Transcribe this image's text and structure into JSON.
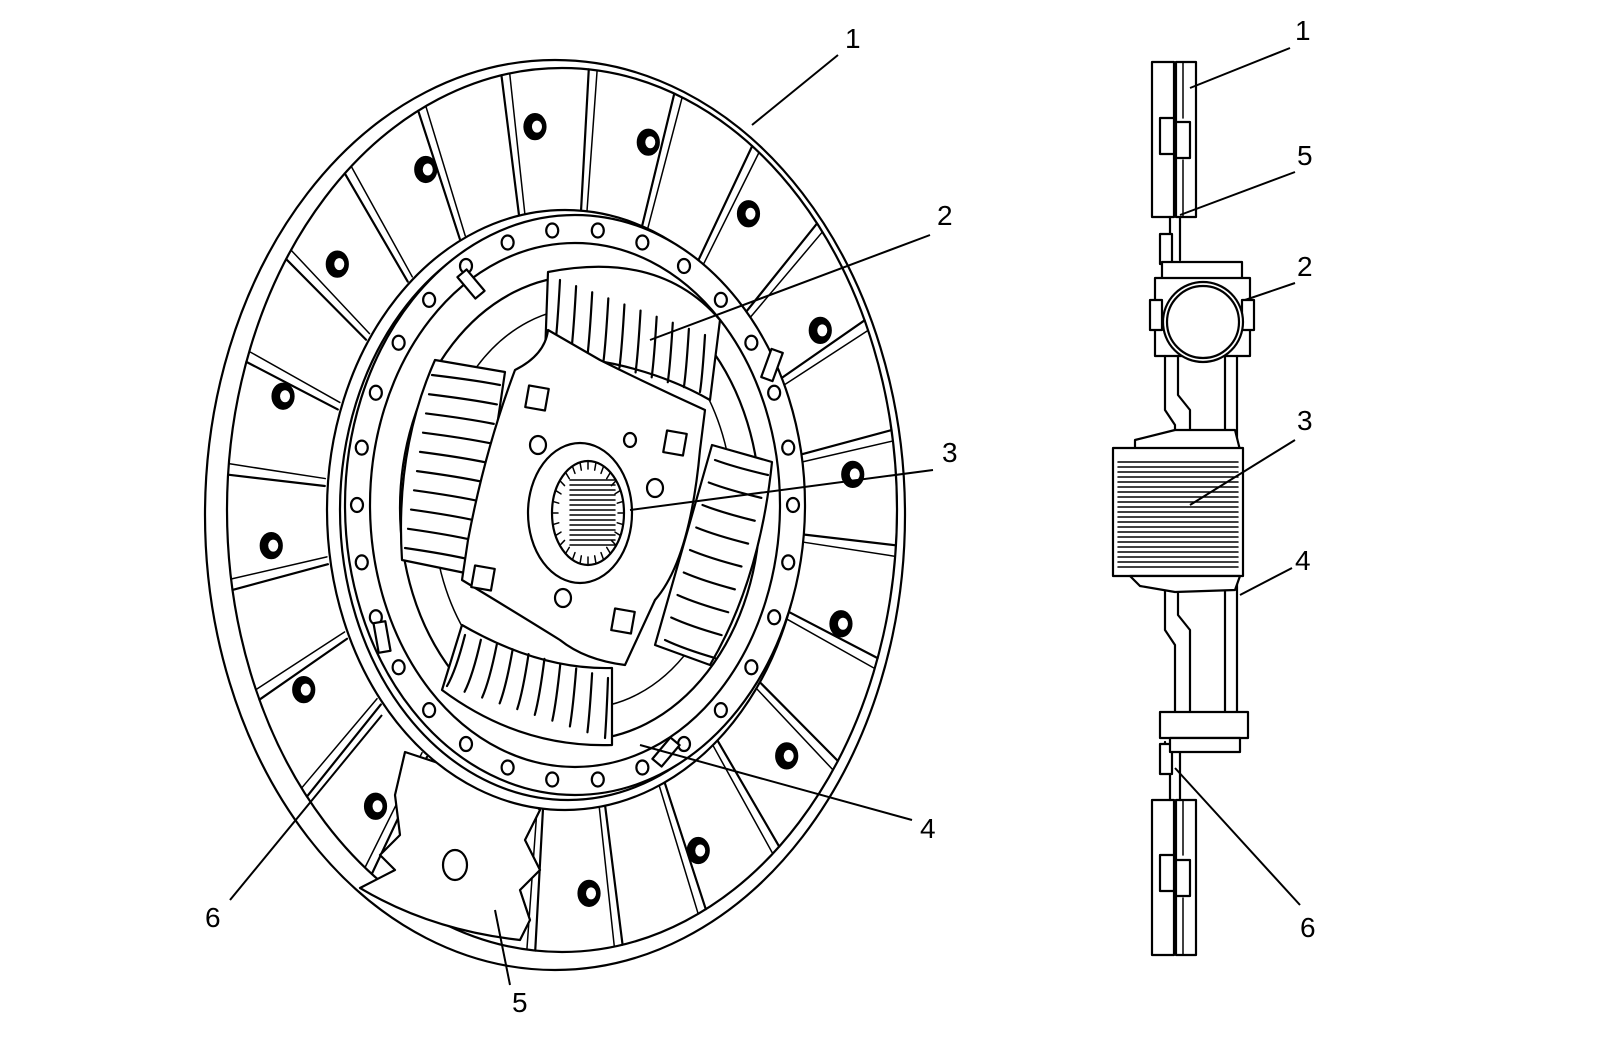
{
  "front_view": {
    "callouts": [
      {
        "id": "1",
        "label": "1"
      },
      {
        "id": "2",
        "label": "2"
      },
      {
        "id": "3",
        "label": "3"
      },
      {
        "id": "4",
        "label": "4"
      },
      {
        "id": "5",
        "label": "5"
      },
      {
        "id": "6",
        "label": "6"
      }
    ]
  },
  "side_view": {
    "callouts": [
      {
        "id": "1",
        "label": "1"
      },
      {
        "id": "5",
        "label": "5"
      },
      {
        "id": "2",
        "label": "2"
      },
      {
        "id": "3",
        "label": "3"
      },
      {
        "id": "4",
        "label": "4"
      },
      {
        "id": "6",
        "label": "6"
      }
    ]
  }
}
